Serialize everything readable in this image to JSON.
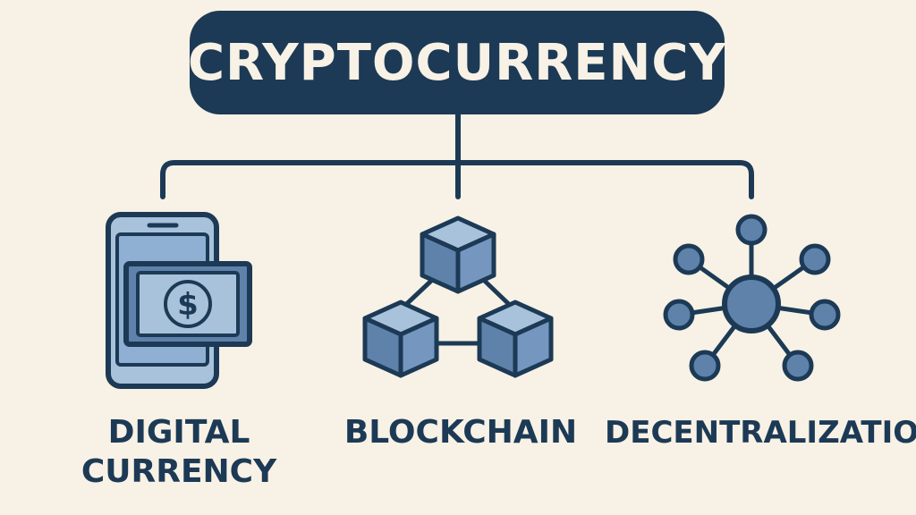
{
  "title": "CRYPTOCURRENCY",
  "branches": [
    {
      "label_lines": [
        "DIGITAL",
        "CURRENCY"
      ],
      "icon": "phone-with-banknote-icon"
    },
    {
      "label_lines": [
        "BLOCKCHAIN"
      ],
      "icon": "linked-blocks-icon"
    },
    {
      "label_lines": [
        "DECENTRALIZATION"
      ],
      "icon": "network-hub-icon"
    }
  ],
  "colors": {
    "background": "#f8f1e5",
    "navy": "#1c3a55",
    "icon_fill": "#5f82ab",
    "icon_light": "#a9c2dc"
  }
}
